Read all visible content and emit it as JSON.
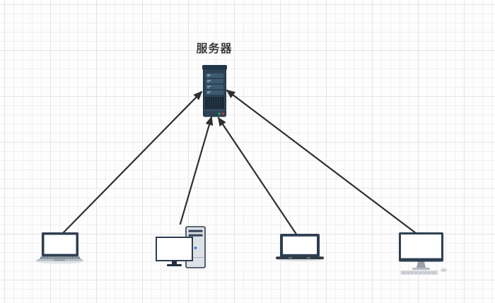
{
  "diagram": {
    "server_label": "服务器",
    "nodes": [
      {
        "id": "server",
        "type": "server-tower",
        "label": "服务器"
      },
      {
        "id": "laptop-left",
        "type": "laptop",
        "label": ""
      },
      {
        "id": "desktop-pc",
        "type": "desktop-tower-pc",
        "label": ""
      },
      {
        "id": "laptop-mid",
        "type": "laptop",
        "label": ""
      },
      {
        "id": "monitor-desktop",
        "type": "desktop-monitor",
        "label": ""
      }
    ],
    "edges": [
      {
        "from": "laptop-left",
        "to": "server",
        "style": "solid-arrow"
      },
      {
        "from": "desktop-pc",
        "to": "server",
        "style": "solid-arrow"
      },
      {
        "from": "laptop-mid",
        "to": "server",
        "style": "solid-arrow"
      },
      {
        "from": "monitor-desktop",
        "to": "server",
        "style": "solid-arrow"
      }
    ]
  },
  "colors": {
    "canvas_bg": "#fdfdfd",
    "grid_minor": "#f0f0f0",
    "grid_major": "#e4e4e4",
    "arrow": "#2f2f2f",
    "label_text": "#3c3c3c",
    "server_cap": "#22364a",
    "server_body": "#2d4254",
    "server_bay": "#3c5a72",
    "server_vent": "#16222e",
    "led_green": "#3fae57",
    "led_red": "#c8394a",
    "device_frame": "#2e3f51",
    "screen_fill": "#ffffff",
    "base_gray": "#b9c2c9",
    "tower_fill": "#dde2e8",
    "power_led_blue": "#2e6bd8"
  }
}
